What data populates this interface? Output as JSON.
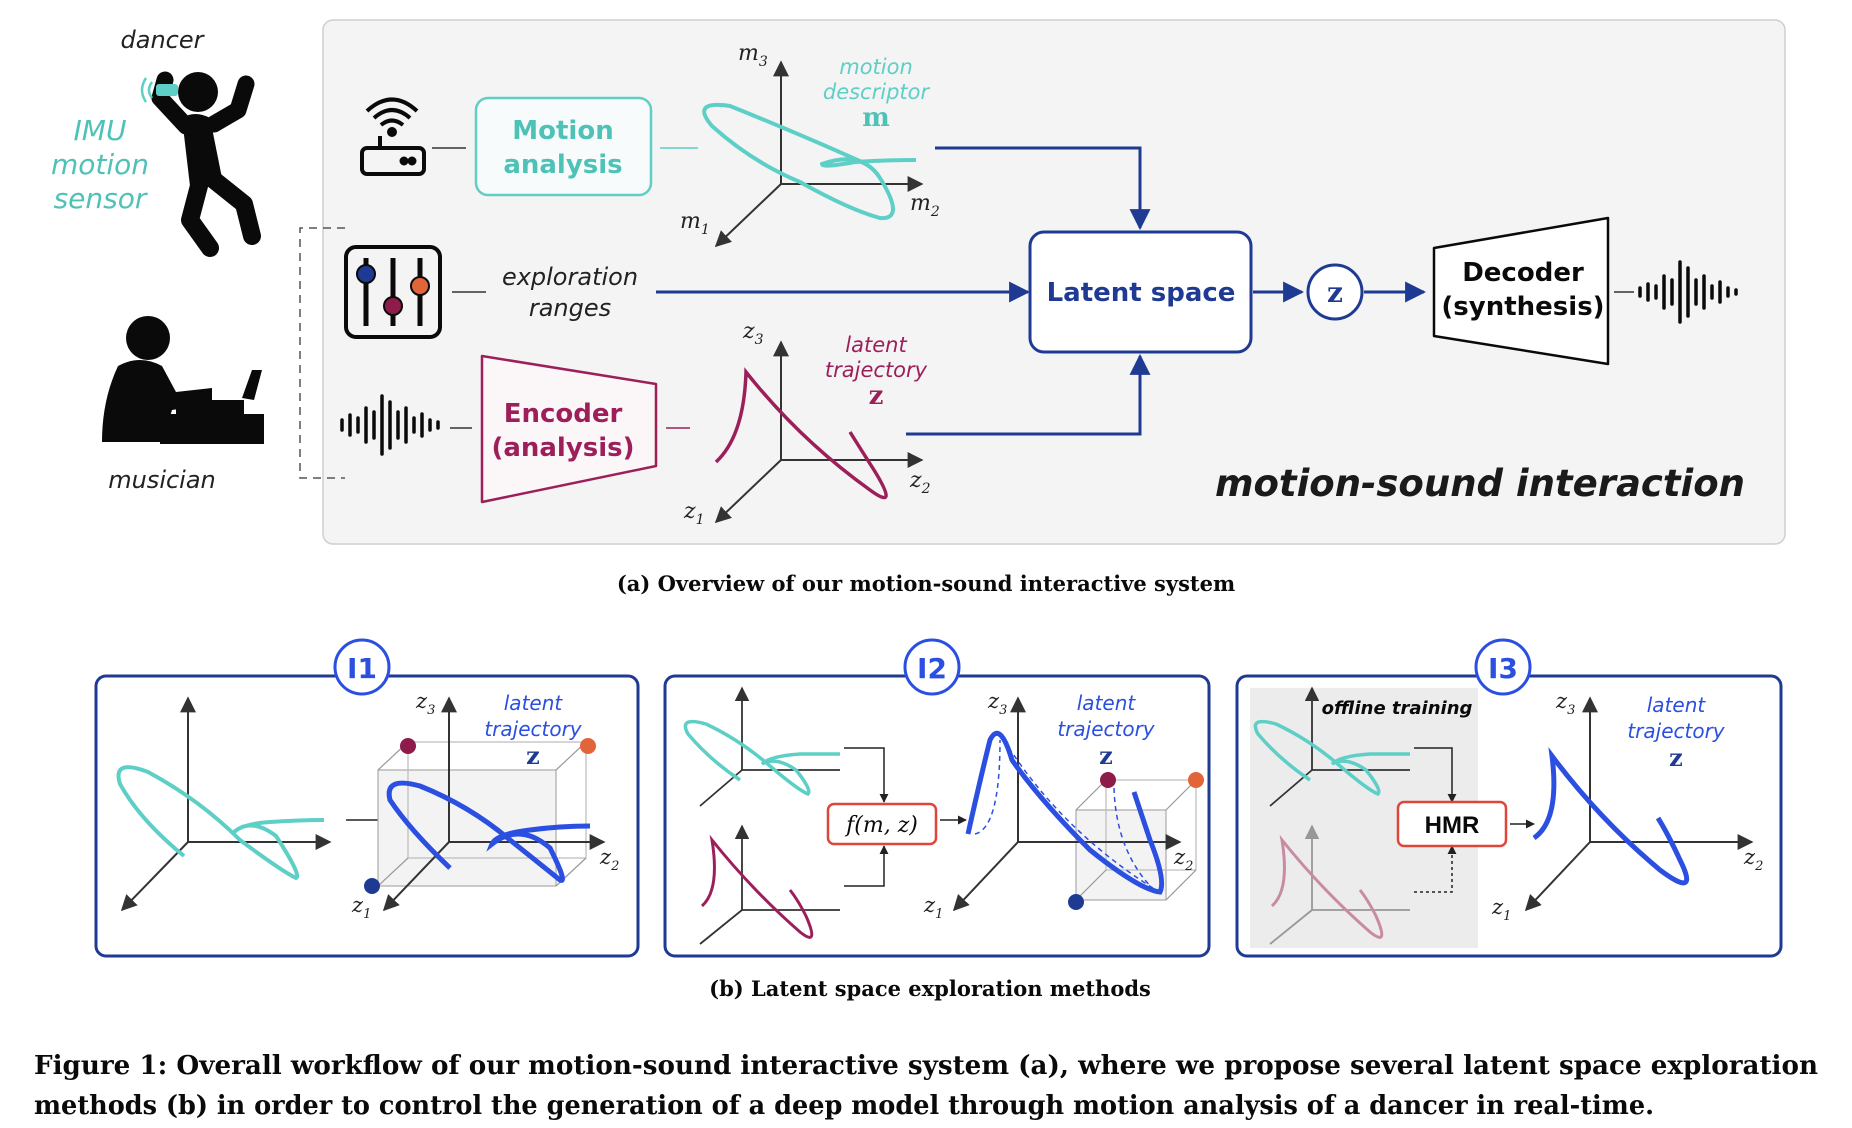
{
  "panel_a": {
    "dancer_label": "dancer",
    "imu_line1": "IMU",
    "imu_line2": "motion",
    "imu_line3": "sensor",
    "musician_label": "musician",
    "motion_analysis_line1": "Motion",
    "motion_analysis_line2": "analysis",
    "axis_m3": "m",
    "axis_m3_sub": "3",
    "axis_m2": "m",
    "axis_m2_sub": "2",
    "axis_m1": "m",
    "axis_m1_sub": "1",
    "motion_descriptor_line1": "motion",
    "motion_descriptor_line2": "descriptor",
    "motion_descriptor_symbol": "m",
    "exploration_line1": "exploration",
    "exploration_line2": "ranges",
    "encoder_line1": "Encoder",
    "encoder_line2": "(analysis)",
    "axis_z3": "z",
    "axis_z3_sub": "3",
    "axis_z2": "z",
    "axis_z2_sub": "2",
    "axis_z1": "z",
    "axis_z1_sub": "1",
    "latent_traj_line1": "latent",
    "latent_traj_line2": "trajectory",
    "latent_traj_symbol": "z",
    "latent_space_label": "Latent space",
    "z_node": "z",
    "decoder_line1": "Decoder",
    "decoder_line2": "(synthesis)",
    "motion_sound_label": "motion-sound interaction",
    "caption": "(a) Overview of our motion-sound interactive system"
  },
  "panel_b": {
    "i1_badge": "I1",
    "i2_badge": "I2",
    "i3_badge": "I3",
    "latent_line1": "latent",
    "latent_line2": "trajectory",
    "latent_symbol": "z",
    "axis_z": "z",
    "sub_1": "1",
    "sub_2": "2",
    "sub_3": "3",
    "f_function": "f(m, z)",
    "offline_training": "offline training",
    "hmr_label": "HMR",
    "caption": "(b) Latent space exploration methods"
  },
  "figure_caption_line1": "Figure 1: Overall workflow of our motion-sound interactive system (a), where we propose several latent space exploration",
  "figure_caption_line2": "methods (b) in order to control the generation of a deep model through motion analysis of a dancer in real-time.",
  "colors": {
    "teal": "#5ecfc6",
    "navy": "#1f3a93",
    "blue": "#2b4fe0",
    "maroon": "#9c1f5a",
    "red": "#e0453a",
    "panel_bg": "#f4f4f4",
    "dot_navy": "#1f3a93",
    "dot_maroon": "#8e1c4a",
    "dot_orange": "#e2643a"
  }
}
